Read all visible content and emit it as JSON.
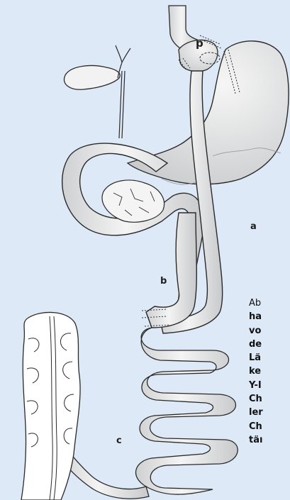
{
  "figure": {
    "labels": {
      "p": "p",
      "a": "a",
      "b": "b",
      "c": "c"
    },
    "caption_lines": [
      "Ab",
      "ha",
      "vo",
      "de",
      "Lä",
      "ke",
      "Y-I",
      "Ch",
      "ler",
      "Ch",
      "täı"
    ],
    "colors": {
      "background": "#dde9f6",
      "organ_fill": "#e3e4e5",
      "organ_highlight": "#f7f7f7",
      "outline": "#2a2a2a",
      "colon_fill": "#ffffff"
    }
  }
}
